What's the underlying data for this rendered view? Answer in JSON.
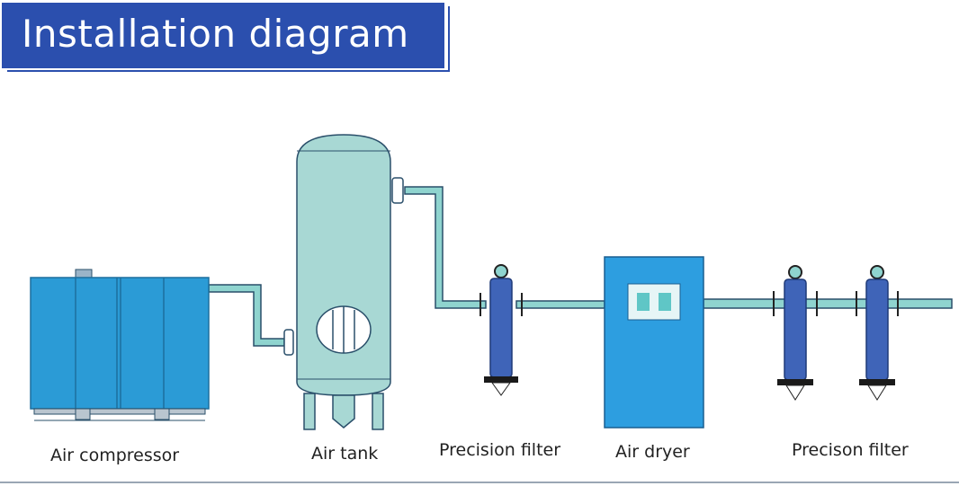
{
  "title": "Installation diagram",
  "labels": {
    "compressor": "Air compressor",
    "tank": "Air tank",
    "filter1": "Precision filter",
    "dryer": "Air dryer",
    "filter2": "Precison filter"
  },
  "colors": {
    "title_bg": "#2b4fae",
    "compressor": "#2b9bd6",
    "tank": "#a8d8d4",
    "pipe": "#8fd4cf",
    "filter": "#3f64b8",
    "dryer": "#2d9ee0"
  }
}
